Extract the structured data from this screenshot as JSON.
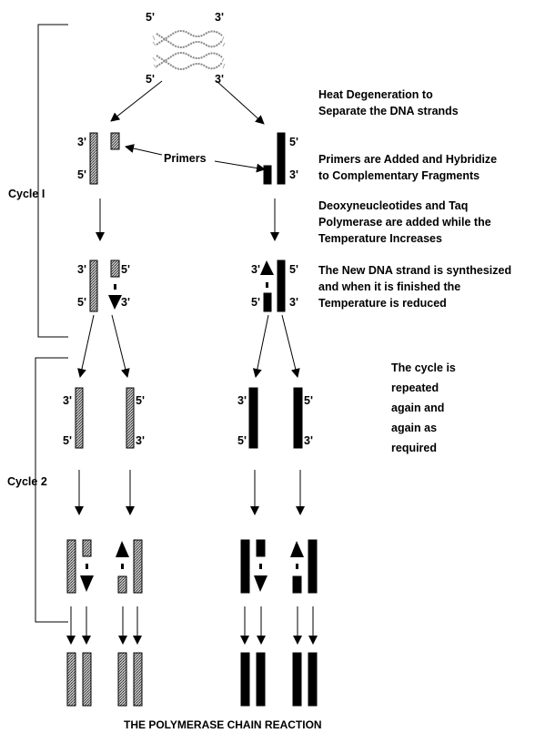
{
  "labels": {
    "five_prime": "5'",
    "three_prime": "3'",
    "primers": "Primers",
    "cycle1": "Cycle I",
    "cycle2": "Cycle 2",
    "title": "THE POLYMERASE CHAIN REACTION"
  },
  "steps": {
    "heat": [
      "Heat Degeneration to",
      "Separate the DNA strands"
    ],
    "primers": [
      "Primers are Added and Hybridize",
      "to Complementary Fragments"
    ],
    "deoxy": [
      "Deoxyneucleotides and Taq",
      "Polymerase are added while the",
      "Temperature Increases"
    ],
    "synth": [
      "The New DNA strand is synthesized",
      "and when it is finished the",
      "Temperature is reduced"
    ],
    "repeat": [
      "The cycle is",
      "repeated",
      "again and",
      "again as",
      "required"
    ]
  },
  "colors": {
    "hatched_strand": "#8c8c8c",
    "dark_strand": "#000000"
  }
}
